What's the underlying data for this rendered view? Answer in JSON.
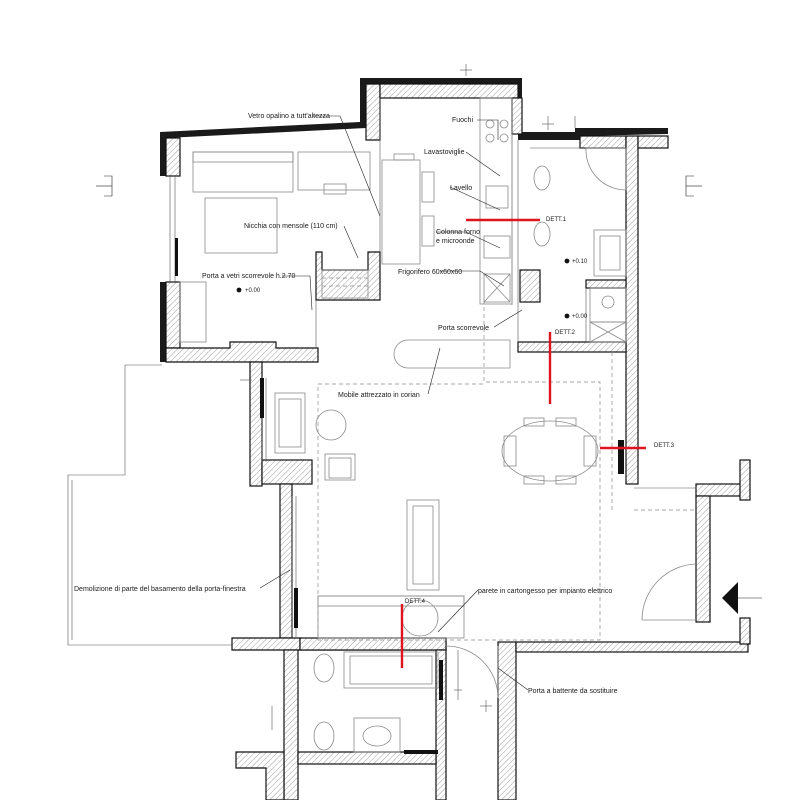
{
  "labels": {
    "vetro": "Vetro opalino a tutt'altezza",
    "fuochi": "Fuochi",
    "lavastoviglie": "Lavastoviglie",
    "lavello": "Lavello",
    "nicchia": "Nicchia con mensole (110 cm)",
    "colonna1": "Colonna forno",
    "colonna2": "e microonde",
    "portavetri": "Porta a vetri scorrevole h.2.70",
    "frigorifero": "Frigorifero 60x60x60",
    "portascorrevole": "Porta scorrevole",
    "mobile": "Mobile attrezzato in corian",
    "demolizione": "Demolizione di parte del basamento della porta-finestra",
    "parete": "parete in cartongesso per impianto elettrico",
    "portabattente": "Porta a battente da sostituire"
  },
  "details": {
    "dett1": "DETT.1",
    "dett2": "DETT.2",
    "dett3": "DETT.3",
    "dett4": "DETT.4"
  },
  "levels": {
    "living": "+0.00",
    "bath_upper": "+0.10",
    "bath_lower": "+0.00"
  },
  "colors": {
    "section_lines": "#e0141e",
    "walls": "#111111",
    "furniture": "#8a8a8a"
  },
  "icons": [
    "section-marker-icon",
    "entrance-arrow-icon",
    "level-marker-icon"
  ]
}
